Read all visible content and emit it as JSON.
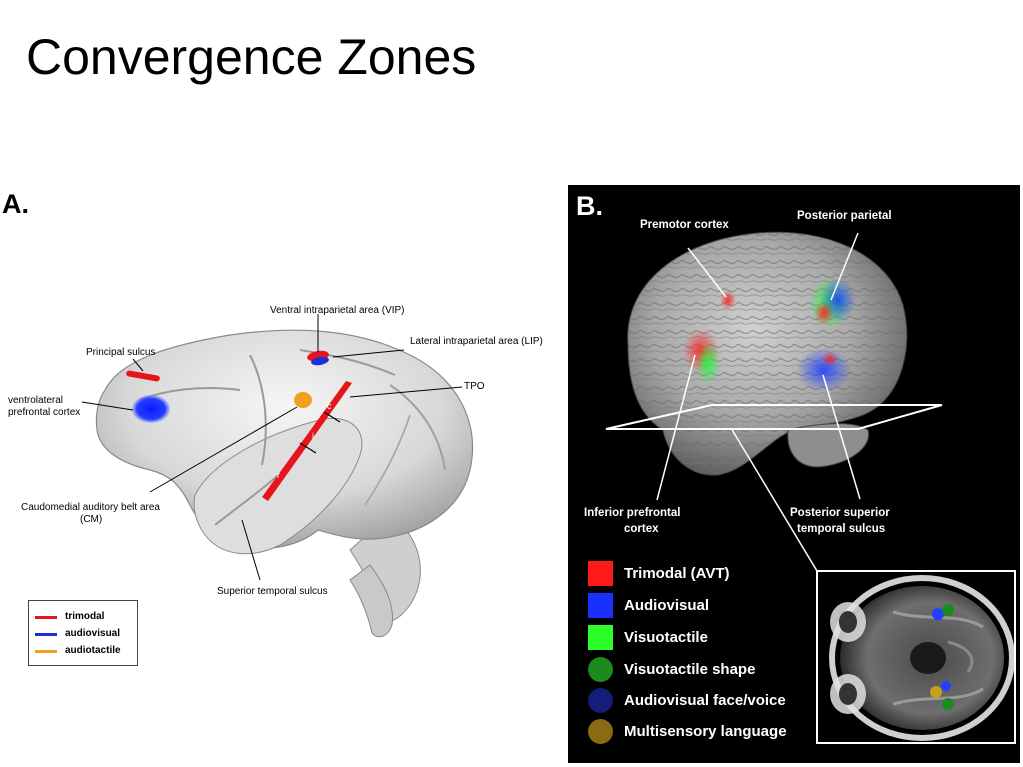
{
  "slide": {
    "title": "Convergence Zones"
  },
  "panel_a": {
    "letter": "A.",
    "labels": {
      "vip": "Ventral intraparietal area (VIP)",
      "lip": "Lateral intraparietal area (LIP)",
      "principal": "Principal sulcus",
      "vlpfc_line1": "ventrolateral",
      "vlpfc_line2": "prefrontal cortex",
      "tpo": "TPO",
      "cm_line1": "Caudomedial auditory belt area",
      "cm_line2": "(CM)",
      "sts": "Superior temporal sulcus",
      "r": "r",
      "i": "i",
      "c": "c"
    },
    "legend": [
      {
        "label": "trimodal",
        "color": "#e8141b"
      },
      {
        "label": "audiovisual",
        "color": "#1a2fd6"
      },
      {
        "label": "audiotactile",
        "color": "#f0a020"
      }
    ]
  },
  "panel_b": {
    "letter": "B.",
    "labels": {
      "premotor": "Premotor cortex",
      "post_parietal": "Posterior parietal",
      "ifc_line1": "Inferior prefrontal",
      "ifc_line2": "cortex",
      "psts_line1": "Posterior superior",
      "psts_line2": "temporal sulcus"
    },
    "legend": [
      {
        "label": "Trimodal (AVT)",
        "color": "#ff1a1a",
        "shape": "square"
      },
      {
        "label": "Audiovisual",
        "color": "#1a30ff",
        "shape": "square"
      },
      {
        "label": "Visuotactile",
        "color": "#2aff2a",
        "shape": "square"
      },
      {
        "label": "Visuotactile shape",
        "color": "#1c8a1c",
        "shape": "circle"
      },
      {
        "label": "Audiovisual face/voice",
        "color": "#141e78",
        "shape": "circle"
      },
      {
        "label": "Multisensory language",
        "color": "#8a6a12",
        "shape": "circle"
      }
    ]
  }
}
